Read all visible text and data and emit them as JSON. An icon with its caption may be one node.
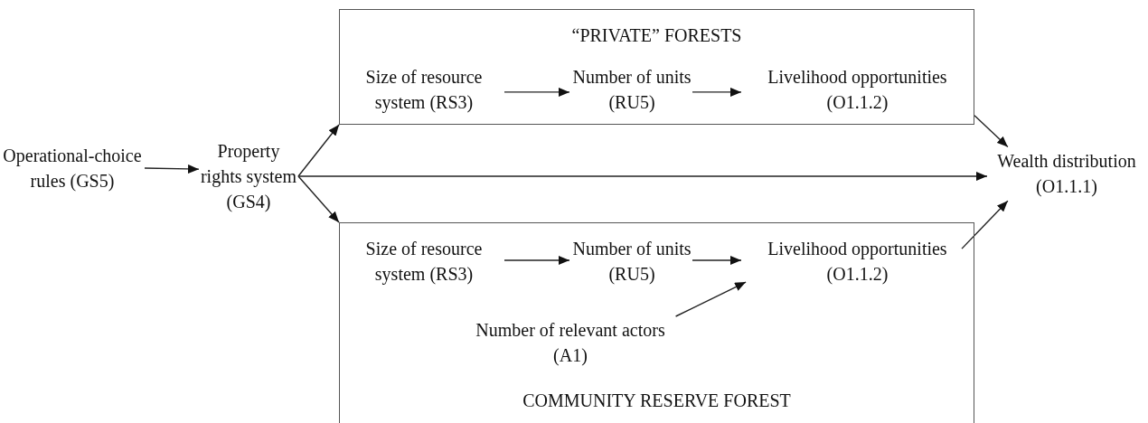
{
  "diagram": {
    "nodes": [
      {
        "text": [
          "Operational-choice rules (GS5)"
        ]
      },
      {
        "text": [
          "Property rights system (GS4)"
        ]
      },
      {
        "text": [
          "“PRIVATE” FORESTS"
        ]
      },
      {
        "text": [
          "Size of resource system (RS3)"
        ],
        "in": 2
      },
      {
        "text": [
          "Number of units (RU5)"
        ],
        "in": 2
      },
      {
        "text": [
          "Livelihood opportunities (O1.1.2)"
        ],
        "in": 2
      },
      {
        "text": [
          "COMMUNITY RESERVE FOREST"
        ]
      },
      {
        "text": [
          "Size of resource system (RS3)"
        ],
        "in": 6
      },
      {
        "text": [
          "Number of units (RU5)"
        ],
        "in": 6
      },
      {
        "text": [
          "Livelihood opportunities (O1.1.2)"
        ],
        "in": 6
      },
      {
        "text": [
          "Number of relevant actors (A1)"
        ],
        "in": 6
      },
      {
        "text": [
          "Wealth distribution (O1.1.1)"
        ]
      }
    ],
    "edges": [
      {
        "from": 0,
        "to": 1,
        "arrow": "to"
      },
      {
        "from": 1,
        "to": 2,
        "arrow": "to"
      },
      {
        "from": 1,
        "to": 11,
        "arrow": "to"
      },
      {
        "from": 1,
        "to": 6,
        "arrow": "to"
      },
      {
        "from": 3,
        "to": 4,
        "arrow": "to"
      },
      {
        "from": 4,
        "to": 5,
        "arrow": "to"
      },
      {
        "from": 7,
        "to": 8,
        "arrow": "to"
      },
      {
        "from": 8,
        "to": 9,
        "arrow": "to"
      },
      {
        "from": 10,
        "to": 9,
        "arrow": "to"
      },
      {
        "from": 2,
        "to": 11,
        "arrow": "to"
      },
      {
        "from": 9,
        "to": 11,
        "arrow": "to"
      }
    ]
  }
}
